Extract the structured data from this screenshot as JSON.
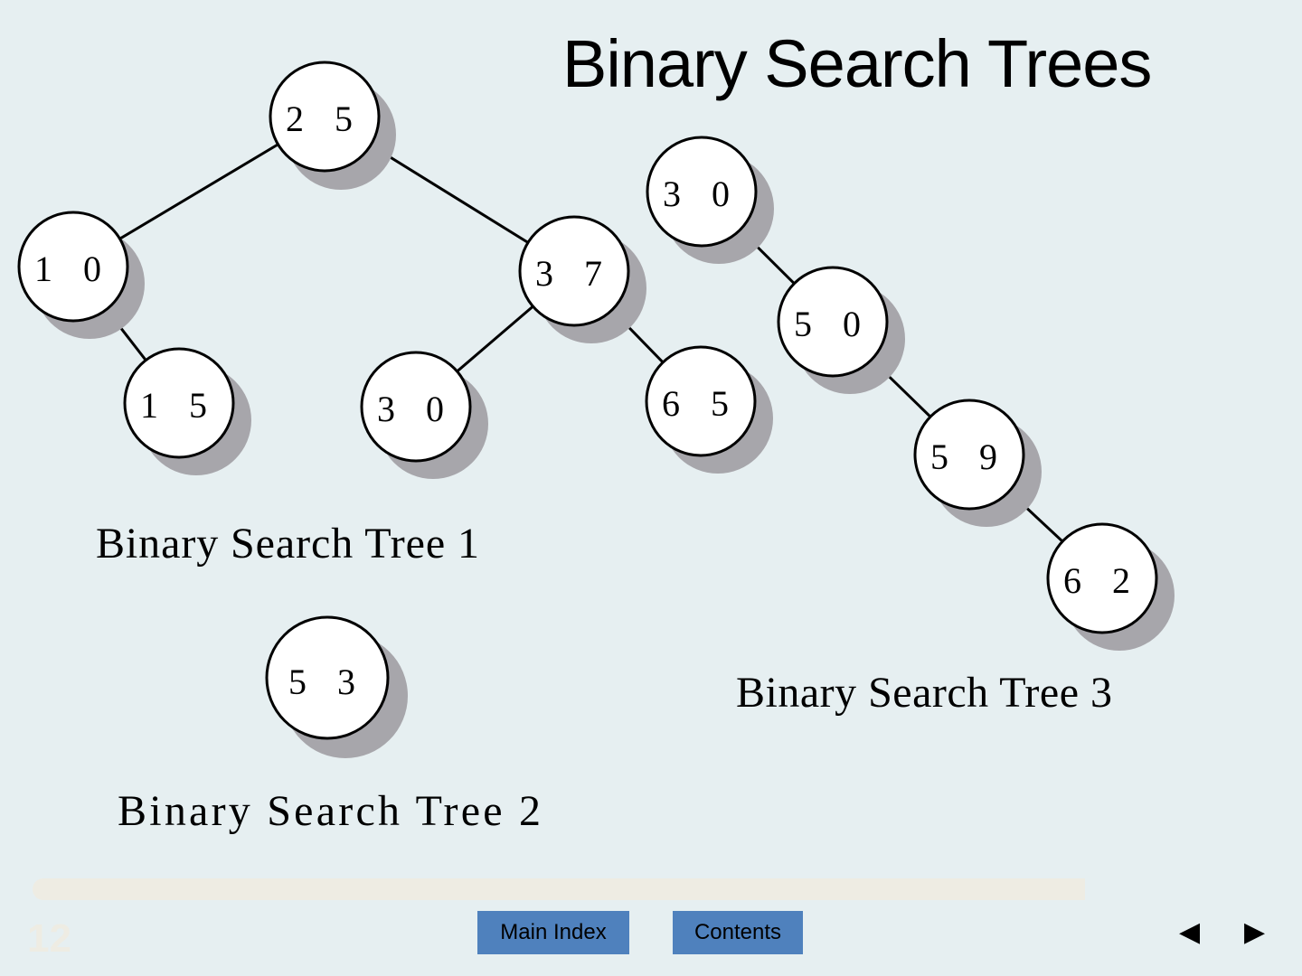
{
  "title": "Binary Search Trees",
  "trees": [
    {
      "caption": "Binary Search Tree 1",
      "nodes": [
        {
          "id": "t1-25",
          "label": "2 5"
        },
        {
          "id": "t1-10",
          "label": "1 0"
        },
        {
          "id": "t1-37",
          "label": "3 7"
        },
        {
          "id": "t1-15",
          "label": "1 5"
        },
        {
          "id": "t1-30",
          "label": "3 0"
        },
        {
          "id": "t1-65",
          "label": "6 5"
        }
      ]
    },
    {
      "caption": "Binary Search Tree 2",
      "nodes": [
        {
          "id": "t2-53",
          "label": "5 3"
        }
      ]
    },
    {
      "caption": "Binary Search Tree 3",
      "nodes": [
        {
          "id": "t3-30",
          "label": "3 0"
        },
        {
          "id": "t3-50",
          "label": "5 0"
        },
        {
          "id": "t3-59",
          "label": "5 9"
        },
        {
          "id": "t3-62",
          "label": "6 2"
        }
      ]
    }
  ],
  "footer": {
    "page_number": "12",
    "main_index_label": "Main Index",
    "contents_label": "Contents",
    "prev_icon": "◀",
    "next_icon": "▶"
  }
}
